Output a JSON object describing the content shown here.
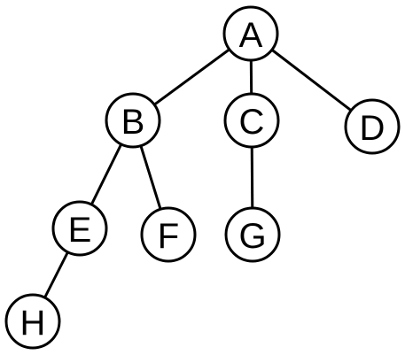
{
  "diagram": {
    "type": "tree",
    "colors": {
      "stroke": "#000000",
      "node_fill": "#ffffff",
      "background": "#ffffff"
    },
    "nodes": [
      {
        "id": "A",
        "label": "A"
      },
      {
        "id": "B",
        "label": "B"
      },
      {
        "id": "C",
        "label": "C"
      },
      {
        "id": "D",
        "label": "D"
      },
      {
        "id": "E",
        "label": "E"
      },
      {
        "id": "F",
        "label": "F"
      },
      {
        "id": "G",
        "label": "G"
      },
      {
        "id": "H",
        "label": "H"
      }
    ],
    "edges": [
      {
        "from": "A",
        "to": "B"
      },
      {
        "from": "A",
        "to": "C"
      },
      {
        "from": "A",
        "to": "D"
      },
      {
        "from": "B",
        "to": "E"
      },
      {
        "from": "B",
        "to": "F"
      },
      {
        "from": "C",
        "to": "G"
      },
      {
        "from": "E",
        "to": "H"
      }
    ]
  }
}
